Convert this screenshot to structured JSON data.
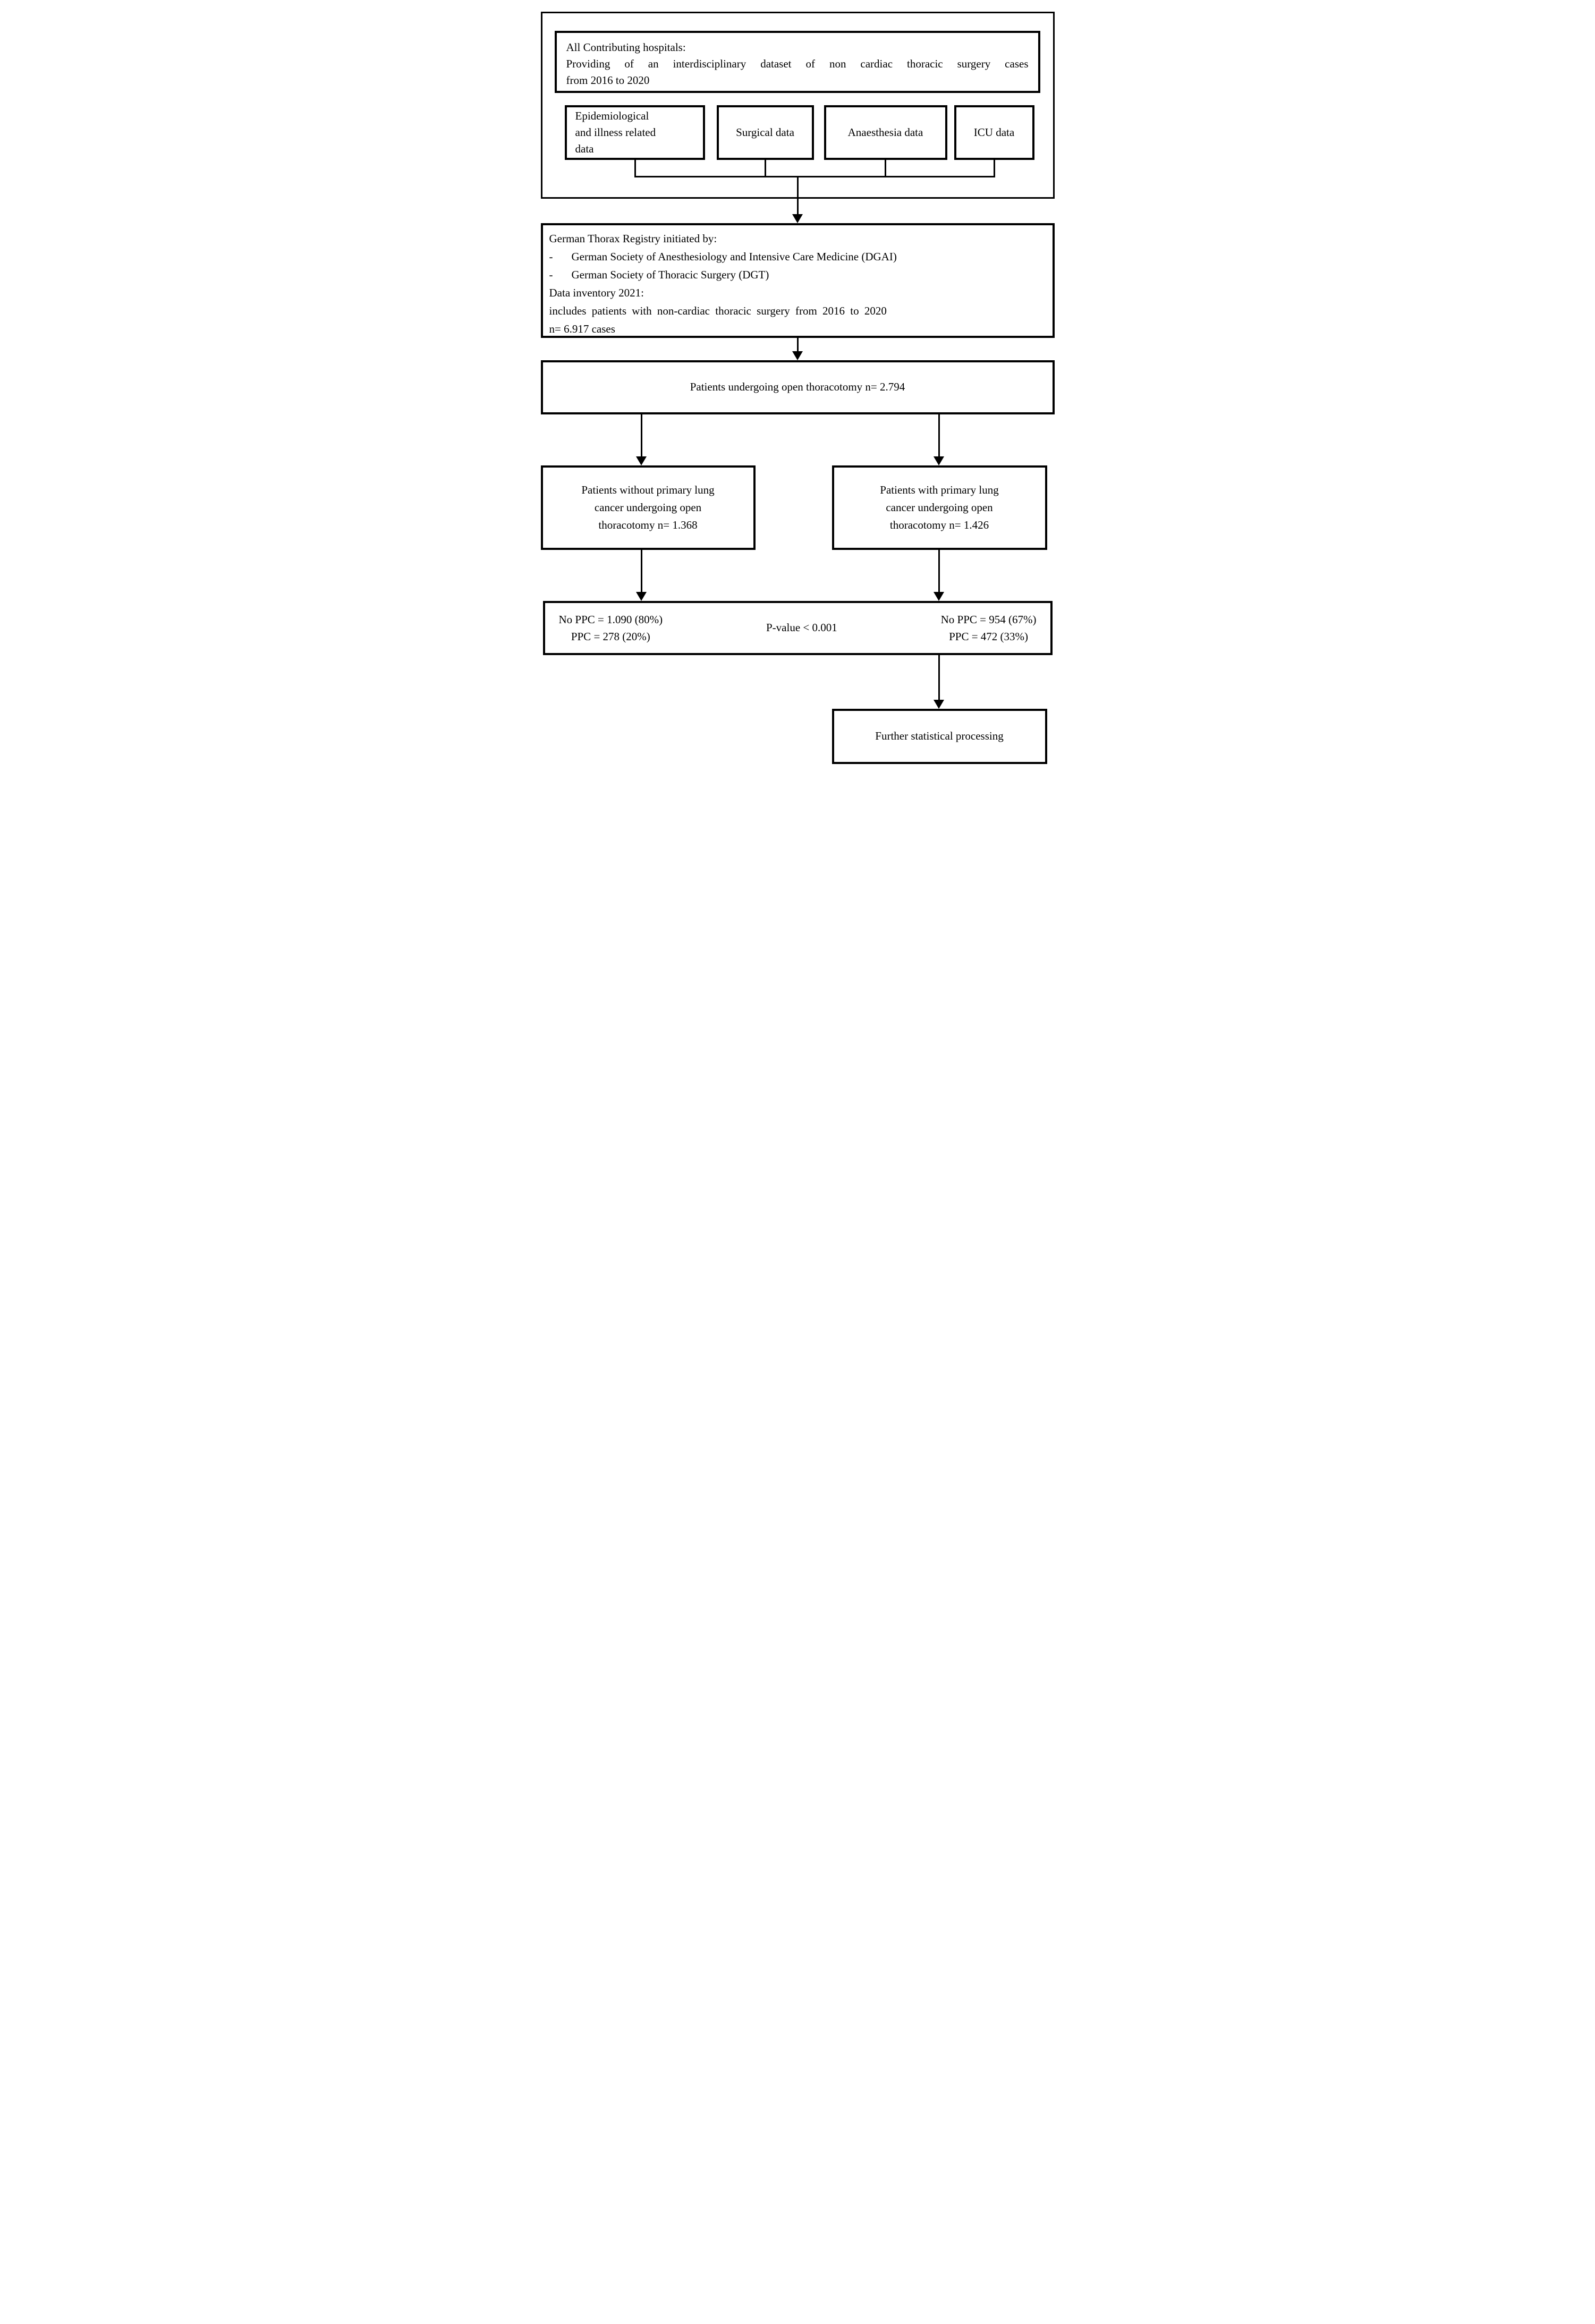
{
  "flowchart": {
    "hospitals": {
      "title": "All Contributing hospitals:",
      "line2": "Providing of an interdisciplinary dataset of non cardiac thoracic surgery cases",
      "line3": "from 2016 to 2020"
    },
    "data_sources": {
      "epidemiological": {
        "lines": [
          "Epidemiological",
          "and illness related",
          "data"
        ]
      },
      "surgical": "Surgical data",
      "anaesthesia": "Anaesthesia data",
      "icu": "ICU data"
    },
    "registry": {
      "heading": "German Thorax Registry initiated by:",
      "bullet_char": "-",
      "bullets": [
        "German Society of Anesthesiology and Intensive Care Medicine (DGAI)",
        "German Society of Thoracic Surgery (DGT)"
      ],
      "inventory_heading": "Data inventory 2021:",
      "inventory_line": "includes patients with non-cardiac thoracic surgery from 2016 to 2020",
      "inventory_n": "n= 6.917 cases"
    },
    "thoracotomy": "Patients undergoing open thoracotomy n= 2.794",
    "without_lung_cancer": {
      "lines": [
        "Patients without primary lung",
        "cancer undergoing open",
        "thoracotomy n= 1.368"
      ]
    },
    "with_lung_cancer": {
      "lines": [
        "Patients with primary lung",
        "cancer undergoing open",
        "thoracotomy n= 1.426"
      ]
    },
    "outcomes": {
      "left": {
        "no_ppc": "No PPC = 1.090 (80%)",
        "ppc": "PPC = 278 (20%)"
      },
      "p_value": "P-value < 0.001",
      "right": {
        "no_ppc": "No PPC = 954 (67%)",
        "ppc": "PPC = 472 (33%)"
      }
    },
    "further": "Further statistical processing"
  },
  "colors": {
    "line": "#000000",
    "background": "#ffffff",
    "text": "#000000"
  }
}
